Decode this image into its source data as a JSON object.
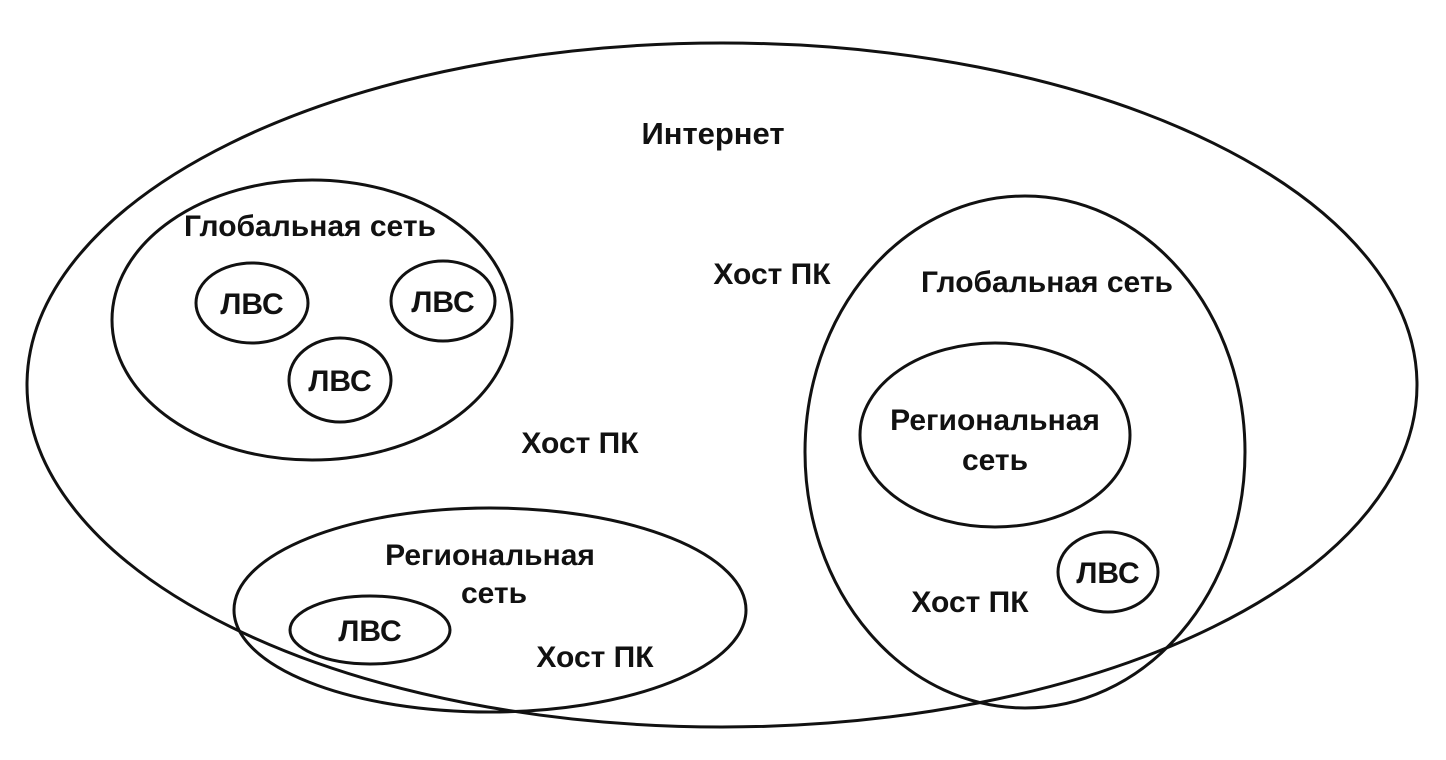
{
  "diagram": {
    "internet": {
      "label": "Интернет",
      "host_label": "Хост ПК",
      "host_label_2": "Хост ПК"
    },
    "global_network_left": {
      "label": "Глобальная сеть",
      "lans": [
        "ЛВС",
        "ЛВС",
        "ЛВС"
      ]
    },
    "regional_network_bottom": {
      "label_line1": "Региональная",
      "label_line2": "сеть",
      "lan": "ЛВС",
      "host_label": "Хост ПК"
    },
    "global_network_right": {
      "label": "Глобальная сеть",
      "host_label": "Хост ПК",
      "lan": "ЛВС",
      "regional_network": {
        "label_line1": "Региональная",
        "label_line2": "сеть"
      }
    }
  }
}
